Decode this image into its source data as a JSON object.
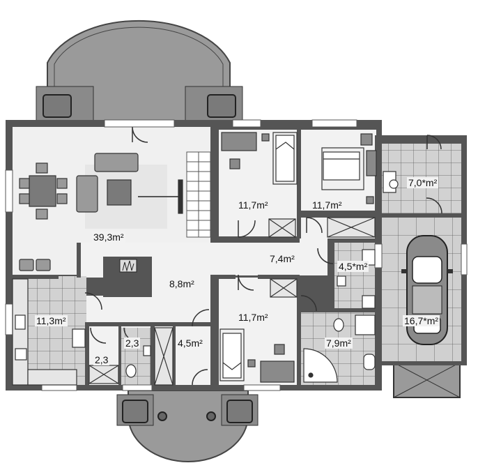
{
  "plan": {
    "rooms": [
      {
        "id": "living",
        "area": "39,3m²"
      },
      {
        "id": "bedroom-1",
        "area": "11,7m²"
      },
      {
        "id": "bedroom-2",
        "area": "11,7m²"
      },
      {
        "id": "utility",
        "area": "7,0*m²"
      },
      {
        "id": "hall",
        "area": "7,4m²"
      },
      {
        "id": "bath-small",
        "area": "4,5*m²"
      },
      {
        "id": "entry",
        "area": "8,8m²"
      },
      {
        "id": "kitchen",
        "area": "11,3m²"
      },
      {
        "id": "bedroom-3",
        "area": "11,7m²"
      },
      {
        "id": "bathroom",
        "area": "7,9m²"
      },
      {
        "id": "garage",
        "area": "16,7*m²"
      },
      {
        "id": "wc",
        "area": "2,3"
      },
      {
        "id": "closet",
        "area": "2,3"
      },
      {
        "id": "wardrobe",
        "area": "4,5m²"
      }
    ],
    "colors": {
      "wall": "#555555",
      "floor": "#f2f2f2",
      "tile": "#cfcfcf",
      "terrace": "#9a9a9a",
      "window": "#ffffff"
    }
  }
}
